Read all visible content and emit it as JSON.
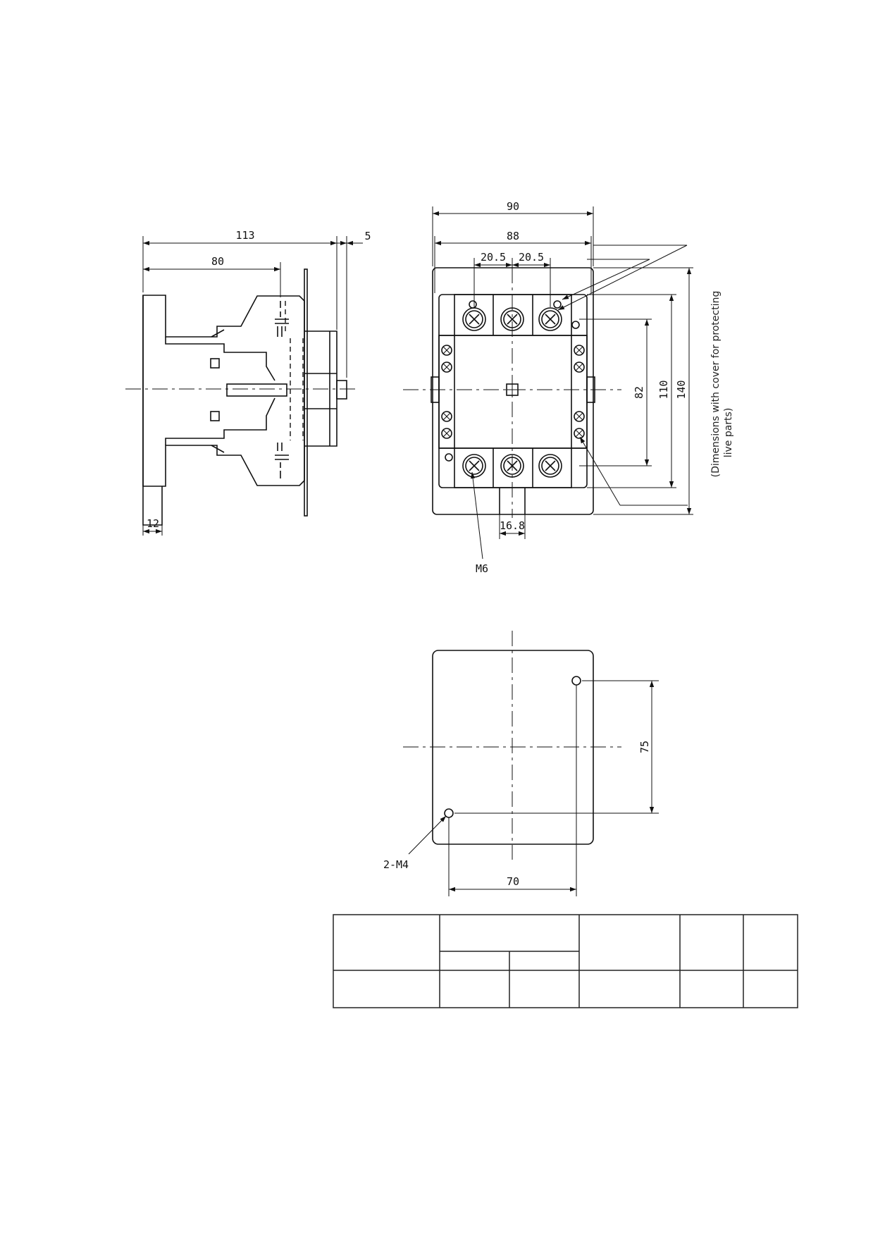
{
  "side_view": {
    "dims": {
      "overall_depth": "113",
      "body_depth": "80",
      "plate_thickness": "5",
      "foot_width": "12"
    }
  },
  "front_view": {
    "dims": {
      "cover_width": "90",
      "body_width": "88",
      "pitch_left": "20.5",
      "pitch_right": "20.5",
      "height_82": "82",
      "height_110": "110",
      "height_140": "140",
      "shaft_width": "16.8",
      "terminal_screw": "M6"
    },
    "note": [
      "(Dimensions with cover for protecting",
      "live parts)"
    ]
  },
  "mounting_view": {
    "dims": {
      "hole_spacing_v": "75",
      "hole_spacing_h": "70",
      "mounting_screw": "2-M4"
    }
  },
  "spec_table": {
    "cells": [
      "",
      "",
      "",
      "",
      "",
      "",
      "",
      "",
      "",
      "",
      "",
      "",
      ""
    ]
  }
}
